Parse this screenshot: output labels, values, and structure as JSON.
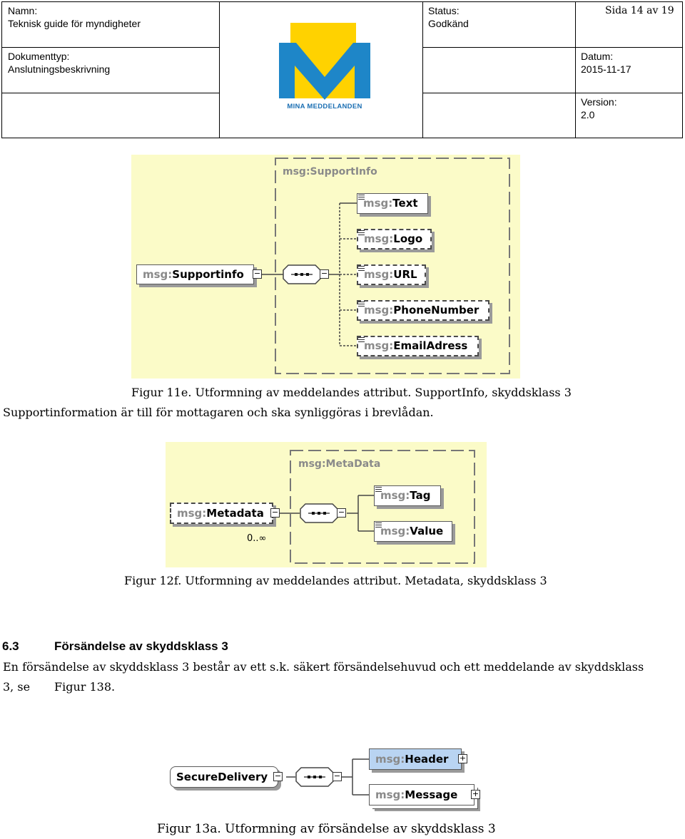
{
  "header": {
    "namn_label": "Namn:",
    "namn_value": "Teknisk guide för myndigheter",
    "status_label": "Status:",
    "status_value": "Godkänd",
    "sida": "Sida 14 av 19",
    "dokumenttyp_label": "Dokumenttyp:",
    "dokumenttyp_value": "Anslutningsbeskrivning",
    "datum_label": "Datum:",
    "datum_value": "2015-11-17",
    "version_label": "Version:",
    "version_value": "2.0",
    "logo_text": "MINA MEDDELANDEN"
  },
  "diagram1": {
    "group": "msg:SupportInfo",
    "root_prefix": "msg:",
    "root_name": "Supportinfo",
    "children": [
      {
        "prefix": "msg:",
        "name": "Text"
      },
      {
        "prefix": "msg:",
        "name": "Logo"
      },
      {
        "prefix": "msg:",
        "name": "URL"
      },
      {
        "prefix": "msg:",
        "name": "PhoneNumber"
      },
      {
        "prefix": "msg:",
        "name": "EmailAdress"
      }
    ]
  },
  "caption1": "Figur 11e. Utformning av meddelandes attribut. SupportInfo,  skyddsklass 3",
  "para1": "Supportinformation är till för mottagaren och ska synliggöras i brevlådan.",
  "diagram2": {
    "group": "msg:MetaData",
    "root_prefix": "msg:",
    "root_name": "Metadata",
    "cardinality": "0..∞",
    "children": [
      {
        "prefix": "msg:",
        "name": "Tag"
      },
      {
        "prefix": "msg:",
        "name": "Value"
      }
    ]
  },
  "caption2": "Figur 12f. Utformning av meddelandes attribut. Metadata,  skyddsklass 3",
  "section": {
    "number": "6.3",
    "title": "Försändelse av skyddsklass 3",
    "para_line1": "En försändelse av skyddsklass 3 består av ett  s.k. säkert försändelsehuvud och ett  meddelande av skyddsklass",
    "para_line2_a": "3, se",
    "para_line2_b": "Figur 138."
  },
  "diagram3": {
    "root_name": "SecureDelivery",
    "children": [
      {
        "prefix": "msg:",
        "name": "Header"
      },
      {
        "prefix": "msg:",
        "name": "Message"
      }
    ]
  },
  "caption3": "Figur 13a. Utformning av försändelse av skyddsklass 3"
}
